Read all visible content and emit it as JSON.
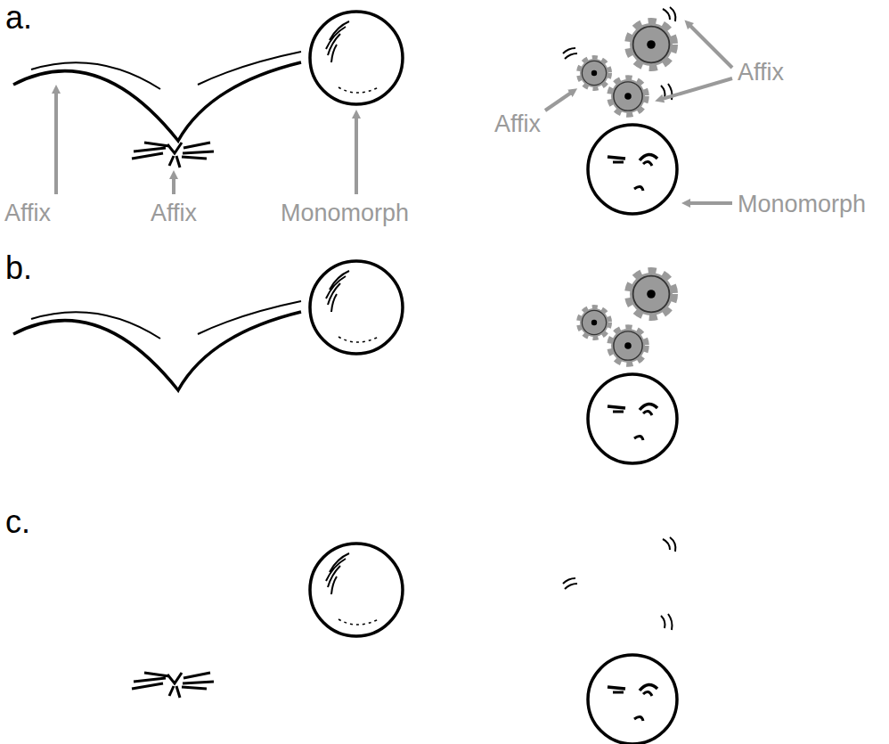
{
  "diagram": {
    "labels": [
      "a.",
      "Affix",
      "Affix",
      "Monomorph",
      "Affix",
      "Affix",
      "Monomorph",
      "b.",
      "c."
    ]
  }
}
